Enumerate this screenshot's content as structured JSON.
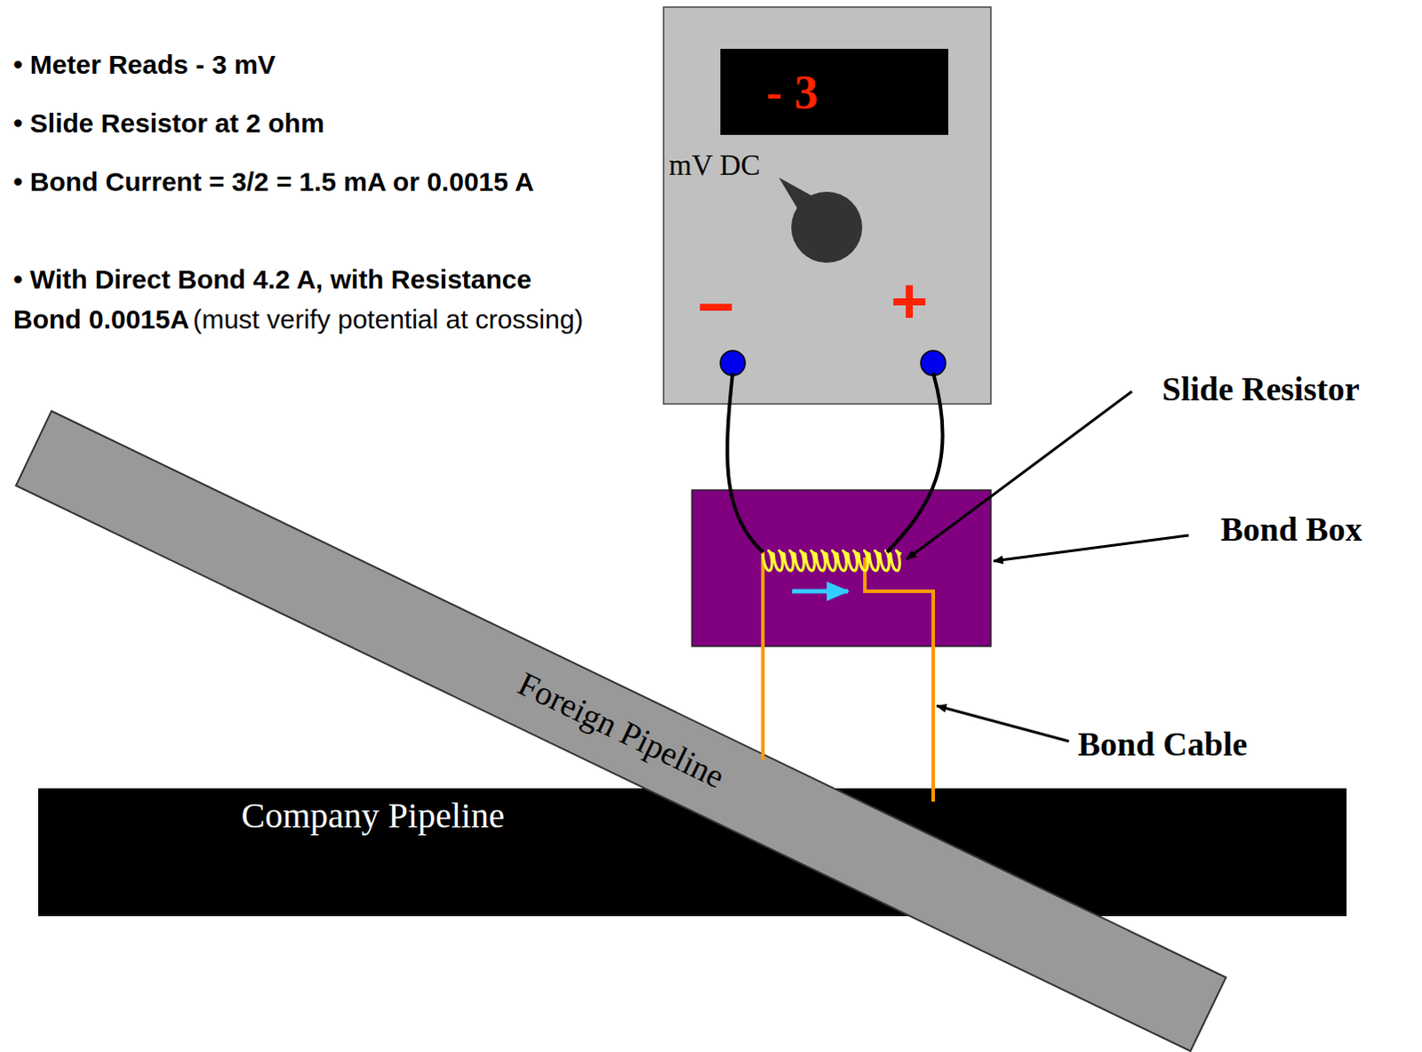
{
  "diagram": {
    "nodes": [
      {
        "text": [
          "mV DC",
          "−",
          "+"
        ]
      },
      {
        "text": [
          "- 3"
        ],
        "in": 0
      },
      {
        "text": [
          "Company Pipeline"
        ]
      },
      {
        "text": [
          "Foreign Pipeline"
        ]
      }
    ],
    "labels": [
      "• Meter Reads   - 3 mV",
      "• Slide Resistor at 2 ohm",
      "• Bond Current = 3/2 = 1.5 mA  or 0.0015 A",
      "• With Direct Bond 4.2 A, with Resistance Bond 0.0015A",
      "(must verify potential at crossing)",
      "Slide Resistor",
      "Bond Box",
      "Bond Cable"
    ]
  }
}
